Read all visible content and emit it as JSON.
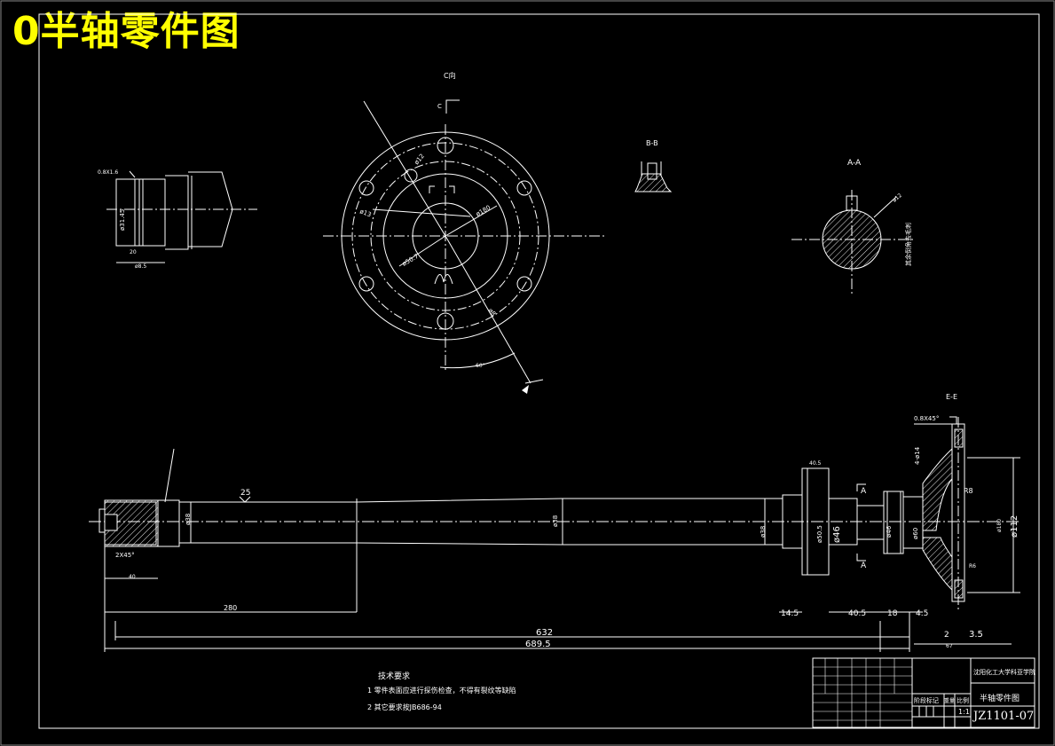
{
  "sheet": {
    "title": "0半轴零件图",
    "title_color": "#ffff00",
    "line_color": "#ffffff",
    "background": "#000000"
  },
  "views": {
    "flange_view_label": "C向",
    "section_bb_label": "B-B",
    "section_aa_label": "A-A",
    "section_ee_label": "E-E",
    "aa_keyway_note": "其余倒角去毛刺"
  },
  "dimensions": {
    "d_112": "ø112",
    "d_46": "ø46",
    "len_25": "25",
    "len_280": "280",
    "len_632": "632",
    "len_689_5": "689.5",
    "len_14_5": "14.5",
    "len_40_5": "40.5",
    "len_18": "18",
    "len_4_5": "4.5",
    "len_2": "2",
    "len_3_5": "3.5",
    "chamfer": "0.8X45°",
    "chamfer_left": "2X45°"
  },
  "technical_requirements": {
    "heading": "技术要求",
    "item1": "1  零件表面应进行探伤检查，不得有裂纹等缺陷",
    "item2": "2  其它要求按JB686-94"
  },
  "title_block": {
    "institution": "沈阳化工大学科亚学院",
    "part_name": "半轴零件图",
    "drawing_no": "JZ1101-07",
    "scale": "1:1",
    "stage_label": "阶段标记",
    "weight_label": "重量",
    "scale_label": "比例"
  }
}
